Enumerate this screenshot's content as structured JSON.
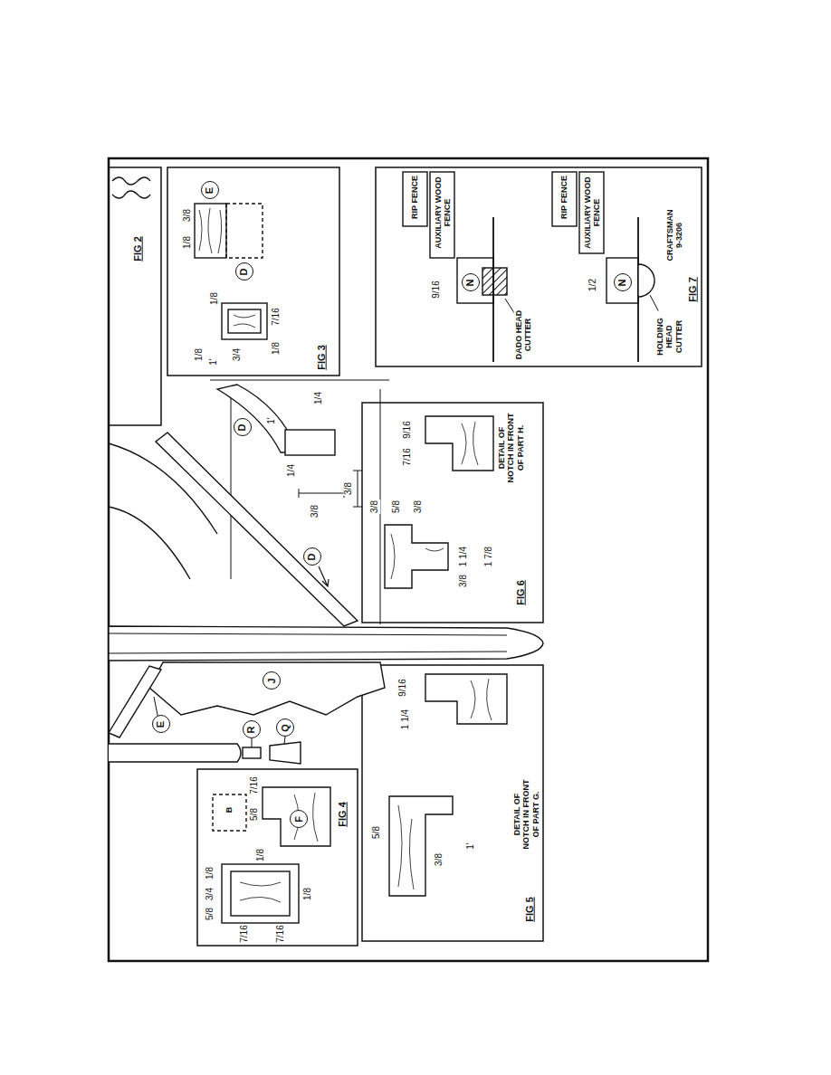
{
  "diagram": {
    "nodes": [
      {
        "text": [
          "E"
        ]
      },
      {
        "text": [
          "D"
        ]
      },
      {
        "text": [
          "N"
        ]
      },
      {
        "text": [
          "N"
        ]
      },
      {
        "text": [
          "D"
        ]
      },
      {
        "text": [
          "D"
        ]
      },
      {
        "text": [
          "J"
        ]
      },
      {
        "text": [
          "E"
        ]
      },
      {
        "text": [
          "R"
        ]
      },
      {
        "text": [
          "Q"
        ]
      },
      {
        "text": [
          "F"
        ]
      }
    ],
    "labels": [
      "FIG 2",
      "1/8",
      "3/8",
      "1/8",
      "1'",
      "3/4",
      "1/8",
      "7/16",
      "1/8",
      "FIG 3",
      "RIP FENCE",
      "AUXILIARY WOOD FENCE",
      "DADO HEAD CUTTER",
      "9/16",
      "RIP FENCE",
      "AUXILIARY WOOD FENCE",
      "HOLDING HEAD CUTTER",
      "CRAFTSMAN 9-3206",
      "1/2",
      "FIG 7",
      "9/16",
      "7/16",
      "DETAIL OF NOTCH IN FRONT OF PART H.",
      "3/8",
      "5/8",
      "3/8",
      "1 7/8",
      "1 1/4",
      "3/8",
      "FIG 6",
      "9/16",
      "1 1/4",
      "5/8",
      "1'",
      "3/8",
      "DETAIL OF NOTCH IN FRONT OF PART G.",
      "FIG 5",
      "FIG 4",
      "B",
      "5/8",
      "7/16",
      "1/8",
      "1/8",
      "3/4",
      "5/8",
      "7/16",
      "7/16",
      "1/8",
      "1'",
      "1/4",
      "1/4",
      "3/8",
      "3/8"
    ]
  }
}
